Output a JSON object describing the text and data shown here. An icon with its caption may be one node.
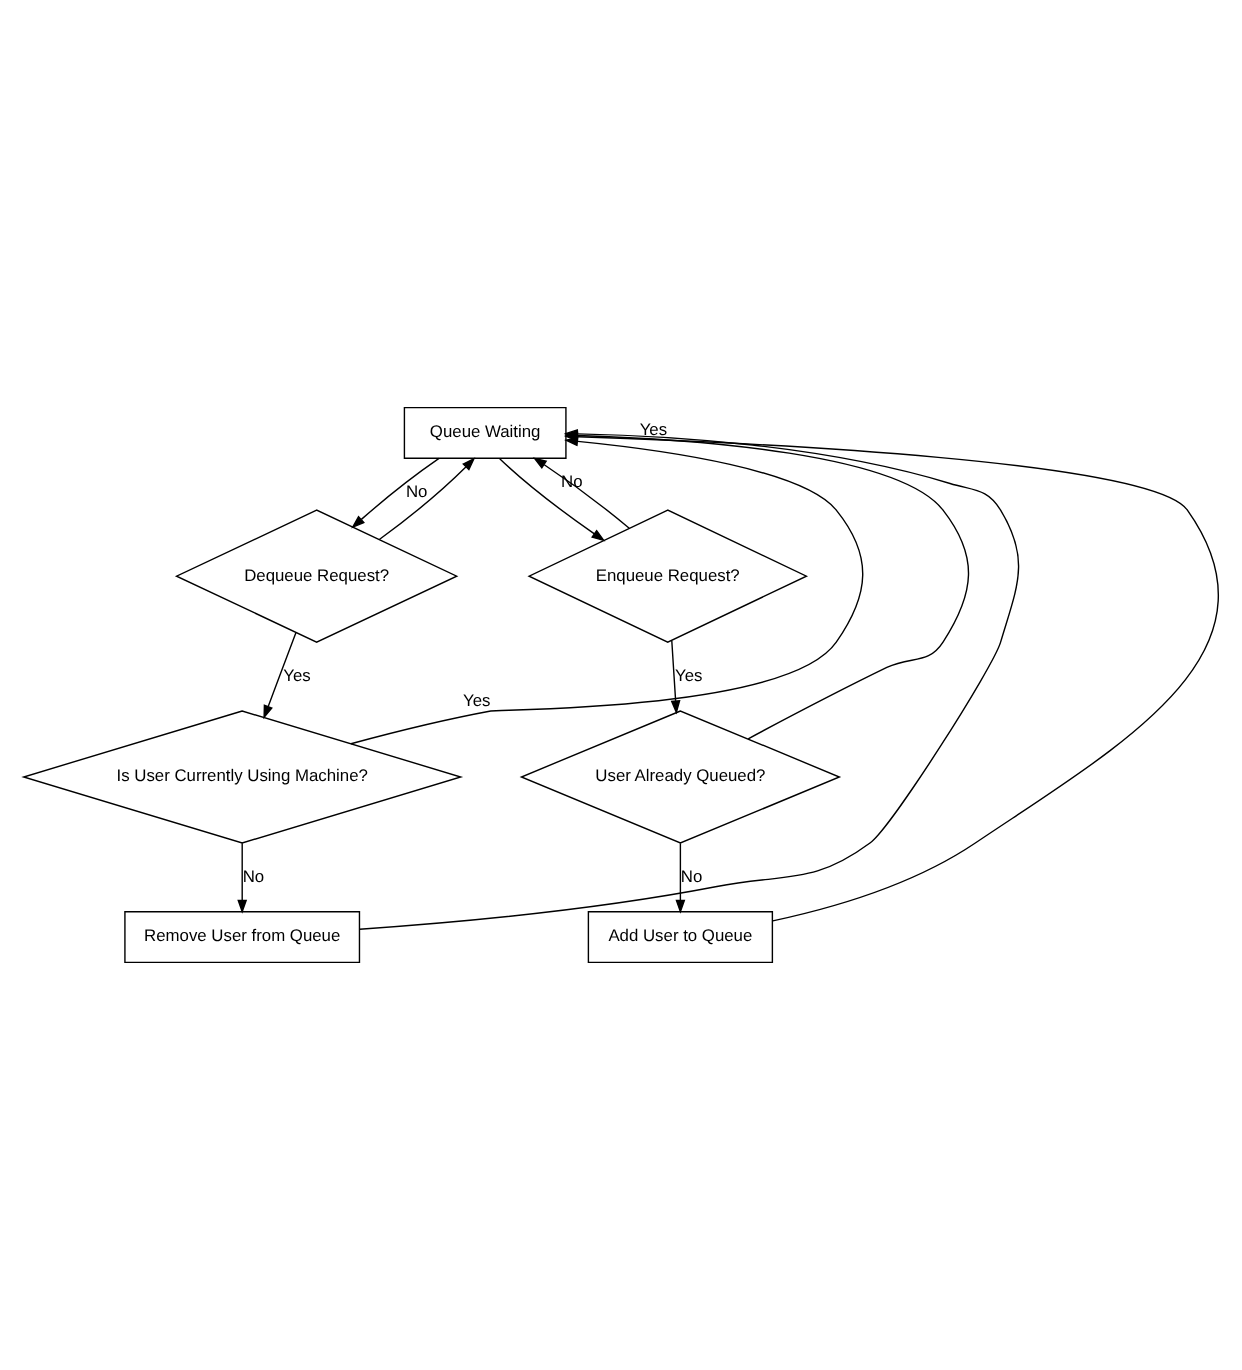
{
  "diagram": {
    "nodes": [
      {
        "text": [
          "Queue Waiting"
        ]
      },
      {
        "text": [
          "Dequeue Request?"
        ]
      },
      {
        "text": [
          "Enqueue Request?"
        ]
      },
      {
        "text": [
          "Is User Currently Using Machine?"
        ]
      },
      {
        "text": [
          "User Already Queued?"
        ]
      },
      {
        "text": [
          "Remove User from Queue"
        ]
      },
      {
        "text": [
          "Add User to Queue"
        ]
      }
    ],
    "edges": [
      {
        "from": 0,
        "to": 1,
        "arrow": "to"
      },
      {
        "from": 0,
        "to": 2,
        "arrow": "to"
      },
      {
        "from": 1,
        "to": 0,
        "label": "No",
        "arrow": "to"
      },
      {
        "from": 1,
        "to": 3,
        "label": "Yes",
        "arrow": "to"
      },
      {
        "from": 3,
        "to": 0,
        "label": "Yes",
        "arrow": "to"
      },
      {
        "from": 3,
        "to": 5,
        "label": "No",
        "arrow": "to"
      },
      {
        "from": 5,
        "to": 0,
        "arrow": "to"
      },
      {
        "from": 2,
        "to": 0,
        "label": "No",
        "arrow": "to"
      },
      {
        "from": 2,
        "to": 4,
        "label": "Yes",
        "arrow": "to"
      },
      {
        "from": 4,
        "to": 0,
        "label": "Yes",
        "arrow": "to"
      },
      {
        "from": 4,
        "to": 6,
        "label": "No",
        "arrow": "to"
      },
      {
        "from": 6,
        "to": 0,
        "arrow": "to"
      }
    ]
  }
}
